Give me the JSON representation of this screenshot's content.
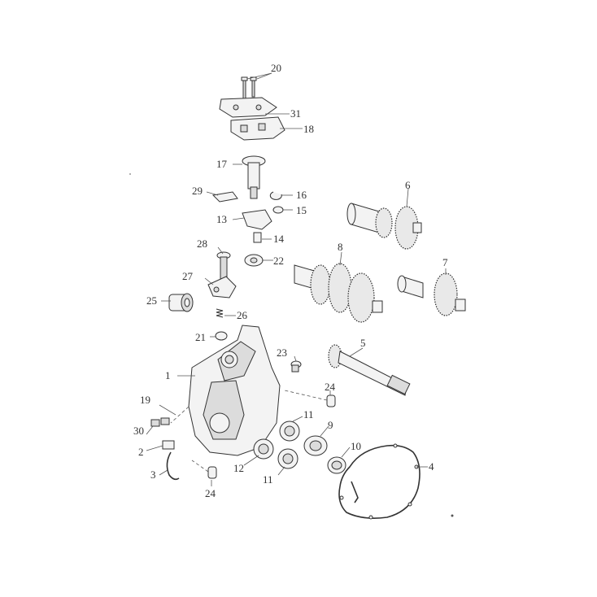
{
  "diagram": {
    "callouts": [
      {
        "id": "c20",
        "text": "20"
      },
      {
        "id": "c31",
        "text": "31"
      },
      {
        "id": "c18",
        "text": "18"
      },
      {
        "id": "c17",
        "text": "17"
      },
      {
        "id": "c29",
        "text": "29"
      },
      {
        "id": "c16",
        "text": "16"
      },
      {
        "id": "c15",
        "text": "15"
      },
      {
        "id": "c13",
        "text": "13"
      },
      {
        "id": "c14",
        "text": "14"
      },
      {
        "id": "c6",
        "text": "6"
      },
      {
        "id": "c28",
        "text": "28"
      },
      {
        "id": "c22",
        "text": "22"
      },
      {
        "id": "c8",
        "text": "8"
      },
      {
        "id": "c7",
        "text": "7"
      },
      {
        "id": "c27",
        "text": "27"
      },
      {
        "id": "c25",
        "text": "25"
      },
      {
        "id": "c26",
        "text": "26"
      },
      {
        "id": "c21",
        "text": "21"
      },
      {
        "id": "c5",
        "text": "5"
      },
      {
        "id": "c23",
        "text": "23"
      },
      {
        "id": "c1",
        "text": "1"
      },
      {
        "id": "c24a",
        "text": "24"
      },
      {
        "id": "c19",
        "text": "19"
      },
      {
        "id": "c11a",
        "text": "11"
      },
      {
        "id": "c9",
        "text": "9"
      },
      {
        "id": "c30",
        "text": "30"
      },
      {
        "id": "c10",
        "text": "10"
      },
      {
        "id": "c2",
        "text": "2"
      },
      {
        "id": "c4",
        "text": "4"
      },
      {
        "id": "c12",
        "text": "12"
      },
      {
        "id": "c11b",
        "text": "11"
      },
      {
        "id": "c3",
        "text": "3"
      },
      {
        "id": "c24b",
        "text": "24"
      }
    ]
  }
}
